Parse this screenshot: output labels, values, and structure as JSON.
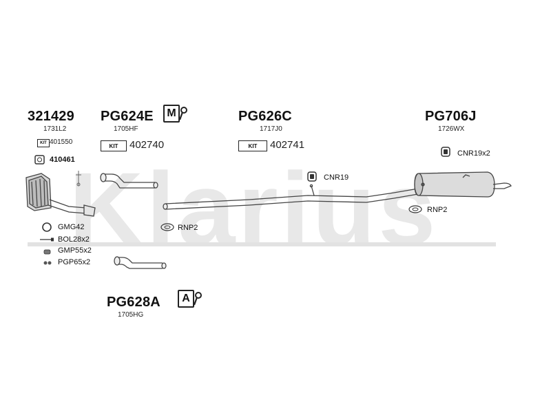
{
  "watermark": "Klarius",
  "parts": {
    "cat": {
      "part_no": "321429",
      "oe_no": "1731L2",
      "kit_label": "KIT",
      "kit_no": "401550"
    },
    "front_pipe": {
      "part_no": "PG624E",
      "oe_no": "1705HF",
      "kit_label": "KIT",
      "kit_no": "402740",
      "badge": "M"
    },
    "centre_pipe": {
      "part_no": "PG626C",
      "oe_no": "1717J0",
      "kit_label": "KIT",
      "kit_no": "402741"
    },
    "rear_box": {
      "part_no": "PG706J",
      "oe_no": "1726WX"
    },
    "alt_pipe": {
      "part_no": "PG628A",
      "oe_no": "1705HG",
      "badge": "A"
    }
  },
  "fittings": {
    "sensor": "410461",
    "gasket": "GMG42",
    "bolt": "BOL28x2",
    "gmp": "GMP55x2",
    "pgp": "PGP65x2",
    "rnp_front": "RNP2",
    "cnr_mid": "CNR19",
    "cnr_rear": "CNR19x2",
    "rnp_rear": "RNP2"
  },
  "colors": {
    "line": "#444444",
    "watermark": "#e8e8e8",
    "divider": "#e2e2e2"
  }
}
